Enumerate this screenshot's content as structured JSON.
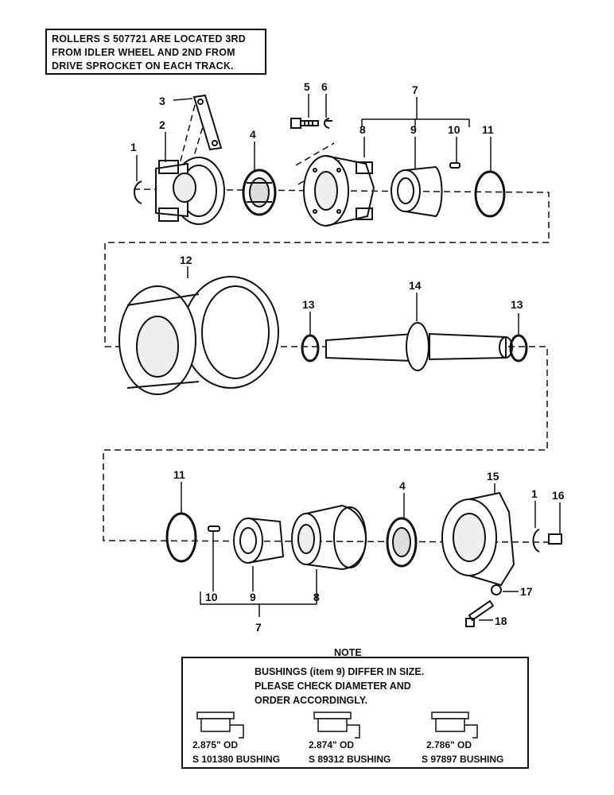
{
  "header_note": {
    "lines": [
      "ROLLERS S 507721 ARE LOCATED 3RD",
      "FROM IDLER WHEEL AND 2ND FROM",
      "DRIVE SPROCKET ON EACH TRACK."
    ]
  },
  "callouts": {
    "c1a": "1",
    "c2": "2",
    "c3": "3",
    "c4a": "4",
    "c5": "5",
    "c6": "6",
    "c7a": "7",
    "c8a": "8",
    "c9a": "9",
    "c10a": "10",
    "c11a": "11",
    "c12": "12",
    "c13a": "13",
    "c14": "14",
    "c13b": "13",
    "c11b": "11",
    "c4b": "4",
    "c15": "15",
    "c1b": "1",
    "c16": "16",
    "c10b": "10",
    "c9b": "9",
    "c8b": "8",
    "c7b": "7",
    "c17": "17",
    "c18": "18"
  },
  "bottom_note": {
    "title": "NOTE",
    "lines": [
      "BUSHINGS (item 9) DIFFER IN SIZE.",
      "PLEASE CHECK DIAMETER AND",
      "ORDER ACCORDINGLY."
    ],
    "bushings": [
      {
        "od": "2.875\" OD",
        "name": "S 101380 BUSHING"
      },
      {
        "od": "2.874\" OD",
        "name": "S 89312 BUSHING"
      },
      {
        "od": "2.786\" OD",
        "name": "S 97897 BUSHING"
      }
    ]
  }
}
